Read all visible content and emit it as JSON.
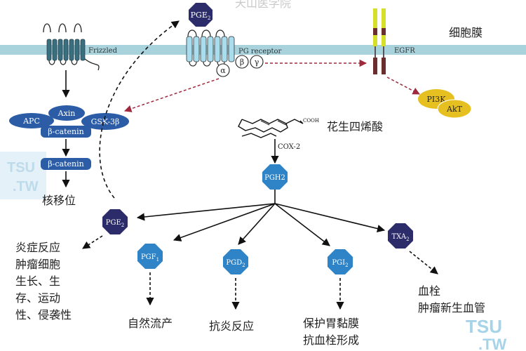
{
  "watermark_top": "天山医学院",
  "watermark_left": {
    "line1": "TSU",
    "line2": ".TW"
  },
  "watermark_right": {
    "line1": "TSU",
    "line2": ".TW"
  },
  "membrane": {
    "label": "细胞膜"
  },
  "receptors": {
    "frizzled": "Frizzled",
    "pg_receptor": "PG receptor",
    "egfr": "EGFR",
    "g_alpha": "α",
    "g_beta": "β",
    "g_gamma": "γ"
  },
  "wnt_complex": {
    "apc": "APC",
    "axin": "Axin",
    "gsk": "GSK-3β",
    "bcat": "β-catenin",
    "bcat2": "β-catenin",
    "nuclear": "核移位"
  },
  "kinases": {
    "pi3k": "PI3K",
    "akt": "AkT"
  },
  "arachidonic": {
    "label": "花生四烯酸",
    "cooh": "COOH",
    "enzyme": "COX-2"
  },
  "nodes": {
    "pge2_top": {
      "main": "PGE",
      "sub": "2"
    },
    "pgh2": {
      "main": "PGH2",
      "sub": ""
    },
    "pge2": {
      "main": "PGE",
      "sub": "2"
    },
    "pgf1": {
      "main": "PGF",
      "sub": "1"
    },
    "pgd2": {
      "main": "PGD",
      "sub": "2"
    },
    "pgi2": {
      "main": "PGI",
      "sub": "2"
    },
    "txa2": {
      "main": "TXA",
      "sub": "2"
    }
  },
  "effects": {
    "pge2": [
      "炎症反应",
      "肿瘤细胞",
      "生长、生",
      "存、运动",
      "性、侵袭性"
    ],
    "pgf1": [
      "自然流产"
    ],
    "pgd2": [
      "抗炎反应"
    ],
    "pgi2": [
      "保护胃黏膜",
      "抗血栓形成"
    ],
    "txa2": [
      "血栓",
      "肿瘤新生血管"
    ]
  },
  "colors": {
    "membrane": "#a8d2dc",
    "node_dark": "#2d2c6b",
    "node_light": "#2f84c7",
    "receptor_teal": "#3a6f80",
    "receptor_light": "#a9dcec",
    "wnt_blue": "#2b5ca5",
    "kinase_yellow": "#e6c020",
    "egfr_brown": "#6b2e2e",
    "egfr_lime": "#d6df2a",
    "signal_red": "#a0283c"
  }
}
